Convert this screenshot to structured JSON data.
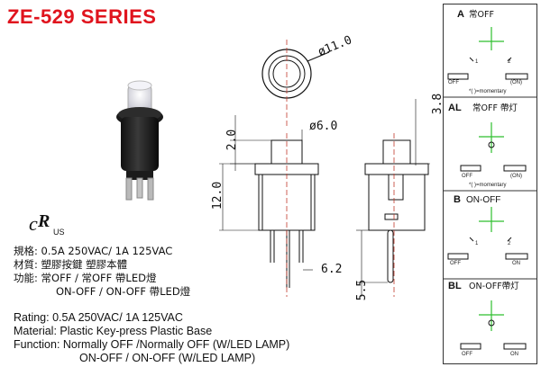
{
  "title": "ZE-529 SERIES",
  "cert_mark": "US",
  "spec_cn": {
    "rating": "規格: 0.5A 250VAC/ 1A 125VAC",
    "material": "材質: 塑膠按鍵  塑膠本體",
    "function_1": "功能: 常OFF / 常OFF 帶LED燈",
    "function_2": "ON-OFF / ON-OFF 帶LED燈"
  },
  "spec_en": {
    "rating": "Rating: 0.5A 250VAC/ 1A 125VAC",
    "material": "Material: Plastic Key-press  Plastic Base",
    "function_1": "Function: Normally  OFF /Normally  OFF (W/LED LAMP)",
    "function_2": "ON-OFF / ON-OFF (W/LED LAMP)"
  },
  "dimensions": {
    "outer_diameter": "ø11.0",
    "shaft_diameter": "ø6.0",
    "cap_height": "2.0",
    "body_height": "12.0",
    "pin_spacing": "6.2",
    "pin_length": "5.5",
    "top_height": "3.8"
  },
  "panels": [
    {
      "id": "A",
      "title": "常OFF",
      "pin1": "1",
      "pin2": "2",
      "off": "OFF",
      "on": "(ON)",
      "note": "*( )=momentary"
    },
    {
      "id": "AL",
      "title": "常OFF 帶灯",
      "off": "OFF",
      "on": "(ON)",
      "note": "*( )=momentary"
    },
    {
      "id": "B",
      "title": "ON-OFF",
      "pin1": "1",
      "pin2": "2",
      "off": "OFF",
      "on": "ON"
    },
    {
      "id": "BL",
      "title": "ON-OFF帶灯",
      "off": "OFF",
      "on": "ON"
    }
  ],
  "colors": {
    "title": "#e0141e",
    "accent_green": "#2fbf2f",
    "dim_line": "#c0392b"
  }
}
